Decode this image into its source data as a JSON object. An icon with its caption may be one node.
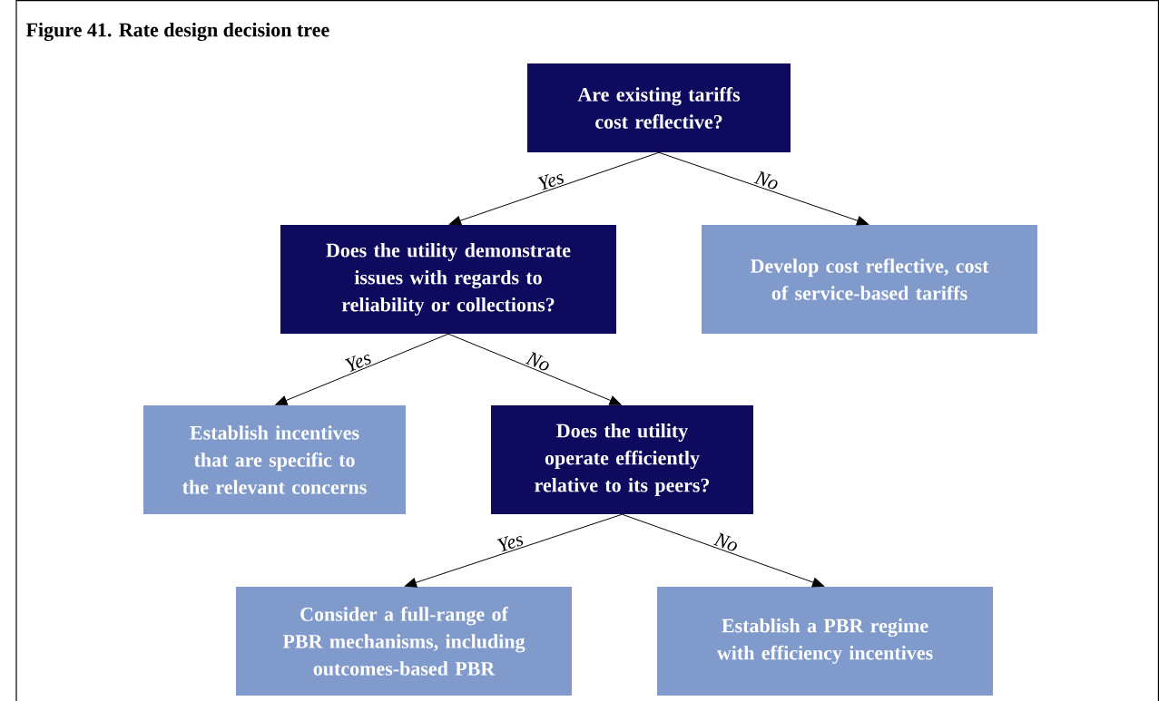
{
  "diagram": {
    "title": "Figure 41. Rate design decision tree",
    "nodes": [
      {
        "text": [
          "Are existing tariffs cost reflective?"
        ]
      },
      {
        "text": [
          "Does the utility demonstrate issues with regards to reliability or collections?"
        ]
      },
      {
        "text": [
          "Develop cost reflective, cost of service-based tariffs"
        ]
      },
      {
        "text": [
          "Establish incentives that are specific to the relevant concerns"
        ]
      },
      {
        "text": [
          "Does the utility operate efficiently relative to its peers?"
        ]
      },
      {
        "text": [
          "Consider a full-range of PBR mechanisms, including outcomes-based PBR"
        ]
      },
      {
        "text": [
          "Establish a PBR regime with efficiency incentives"
        ]
      }
    ],
    "edges": [
      {
        "from": 0,
        "to": 1,
        "arrow": "to",
        "label": "Yes"
      },
      {
        "from": 0,
        "to": 2,
        "arrow": "to",
        "label": "No"
      },
      {
        "from": 1,
        "to": 3,
        "arrow": "to",
        "label": "Yes"
      },
      {
        "from": 1,
        "to": 4,
        "arrow": "to",
        "label": "No"
      },
      {
        "from": 4,
        "to": 5,
        "arrow": "to",
        "label": "Yes"
      },
      {
        "from": 4,
        "to": 6,
        "arrow": "to",
        "label": "No"
      }
    ]
  }
}
